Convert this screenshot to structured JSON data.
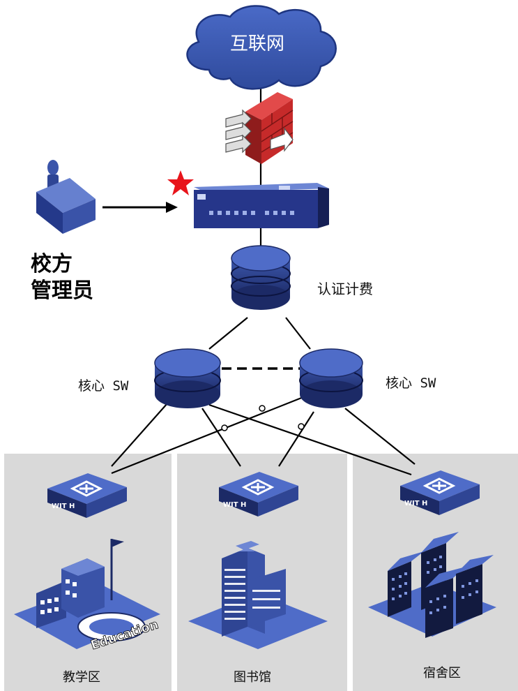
{
  "cloud": {
    "label": "互联网"
  },
  "admin": {
    "line1": "校方",
    "line2": "管理员"
  },
  "auth": {
    "label": "认证计费"
  },
  "core": {
    "left_label": "核心 SW",
    "right_label": "核心 SW"
  },
  "zones": [
    {
      "label": "教学区"
    },
    {
      "label": "图书馆"
    },
    {
      "label": "宿舍区"
    }
  ],
  "decorations": {
    "education_text": "Education",
    "switch_text": "WIT H"
  },
  "colors": {
    "device_blue": "#3a56a8",
    "device_dark": "#1f2f6b",
    "cloud_fill": "#3b5bb5",
    "firewall_red": "#c62a2a",
    "zone_bg": "#d9d9d9",
    "star": "#e8141b"
  },
  "icons": [
    "cloud-icon",
    "firewall-icon",
    "admin-person-icon",
    "gateway-device-icon",
    "star-icon",
    "database-icon",
    "core-switch-icon",
    "access-switch-icon",
    "school-building-icon",
    "library-building-icon",
    "dormitory-building-icon"
  ]
}
